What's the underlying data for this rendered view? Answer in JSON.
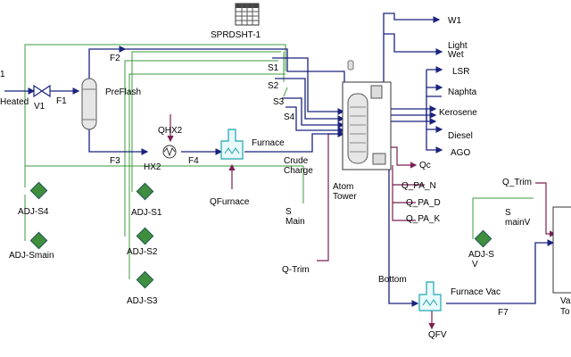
{
  "colors": {
    "material": "#1a237e",
    "energy": "#7b1f52",
    "logical": "#3d9b3d",
    "equipment": "#5a5a5a",
    "exchanger": "#1fa3b0",
    "adjust": "#3e8e3e"
  },
  "icons": [
    "spreadsheet-icon",
    "valve-icon",
    "separator-vessel-icon",
    "heat-exchanger-icon",
    "furnace-icon",
    "distillation-column-icon",
    "adjust-operation-icon",
    "mixer-icon"
  ],
  "labels": {
    "spreadsheet": "SPRDSHT-1",
    "left_cut": "1",
    "heated": "Heated",
    "v1": "V1",
    "f1": "F1",
    "preflash": "PreFlash",
    "f2": "F2",
    "f3": "F3",
    "qhx2": "QHX2",
    "hx2": "HX2",
    "f4": "F4",
    "furnace": "Furnace",
    "qfurnace": "QFurnace",
    "crude_charge_1": "Crude",
    "crude_charge_2": "Charge",
    "s1": "S1",
    "s2": "S2",
    "s3": "S3",
    "s4": "S4",
    "s_main_1": "S",
    "s_main_2": "Main",
    "atom_tower_1": "Atom",
    "atom_tower_2": "Tower",
    "q_trim_bottom": "Q-Trim",
    "adj_s4": "ADJ-S4",
    "adj_smain": "ADJ-Smain",
    "adj_s1": "ADJ-S1",
    "adj_s2": "ADJ-S2",
    "adj_s3": "ADJ-S3",
    "w1": "W1",
    "light_wet_1": "Light",
    "light_wet_2": "Wet",
    "lsr": "LSR",
    "naphta": "Naphta",
    "kerosene": "Kerosene",
    "diesel": "Diesel",
    "ago": "AGO",
    "qc": "Qc",
    "q_pa_n": "Q_PA_N",
    "q_pa_d": "Q_PA_D",
    "q_pa_k": "Q_PA_K",
    "bottom": "Bottom",
    "furnace_vac": "Furnace Vac",
    "f7": "F7",
    "qfv": "QFV",
    "q_trim_right": "Q_Trim",
    "s_mainv_1": "S",
    "s_mainv_2": "mainV",
    "adj_sv_1": "ADJ-S",
    "adj_sv_2": "V",
    "va_cut": "Va",
    "to_cut": "To"
  }
}
